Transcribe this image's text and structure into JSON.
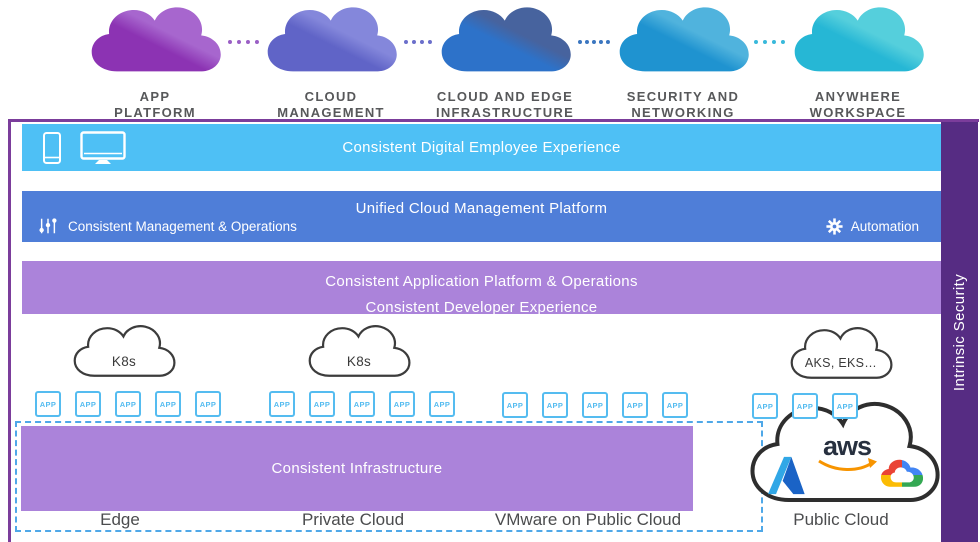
{
  "top_clouds": {
    "items": [
      {
        "label": "APP\nPLATFORM",
        "color_start": "#8C33B3",
        "color_end": "#A766CE"
      },
      {
        "label": "CLOUD\nMANAGEMENT",
        "color_start": "#6064C7",
        "color_end": "#8487DB"
      },
      {
        "label": "CLOUD AND EDGE\nINFRASTRUCTURE",
        "color_start": "#2D72C9",
        "color_end": "#47639E"
      },
      {
        "label": "SECURITY AND\nNETWORKING",
        "color_start": "#1F93D0",
        "color_end": "#50B3DD"
      },
      {
        "label": "ANYWHERE\nWORKSPACE",
        "color_start": "#26B7D5",
        "color_end": "#55CFDC"
      }
    ],
    "connectors": [
      "#9A5FC5",
      "#6B6FCB",
      "#3B76C0",
      "#39B9DB"
    ]
  },
  "layers": {
    "digital_employee": {
      "label": "Consistent Digital Employee Experience",
      "bg": "#4EC0F5"
    },
    "cloud_management": {
      "title": "Unified Cloud Management Platform",
      "left": "Consistent Management & Operations",
      "right": "Automation",
      "bg": "#4F7ED8"
    },
    "app_platform": {
      "line1": "Consistent Application Platform & Operations",
      "line2": "Consistent Developer Experience",
      "bg": "#AB83DA"
    },
    "infrastructure": {
      "label": "Consistent Infrastructure",
      "bg": "#AB83DA"
    }
  },
  "clusters": {
    "k8s_left": "K8s",
    "k8s_center": "K8s",
    "public_k8s": "AKS, EKS…",
    "app_label": "APP",
    "app_color": "#55BCF0"
  },
  "zones": {
    "edge": "Edge",
    "private_cloud": "Private Cloud",
    "vmware_public": "VMware on Public Cloud",
    "public_cloud": "Public Cloud"
  },
  "public_cloud_logos": {
    "aws_text": "aws"
  },
  "security": {
    "label": "Intrinsic Security",
    "bg": "#562C83"
  },
  "frame": {
    "border_color": "#7B3D9B",
    "dashed_color": "#4FA8E8"
  }
}
